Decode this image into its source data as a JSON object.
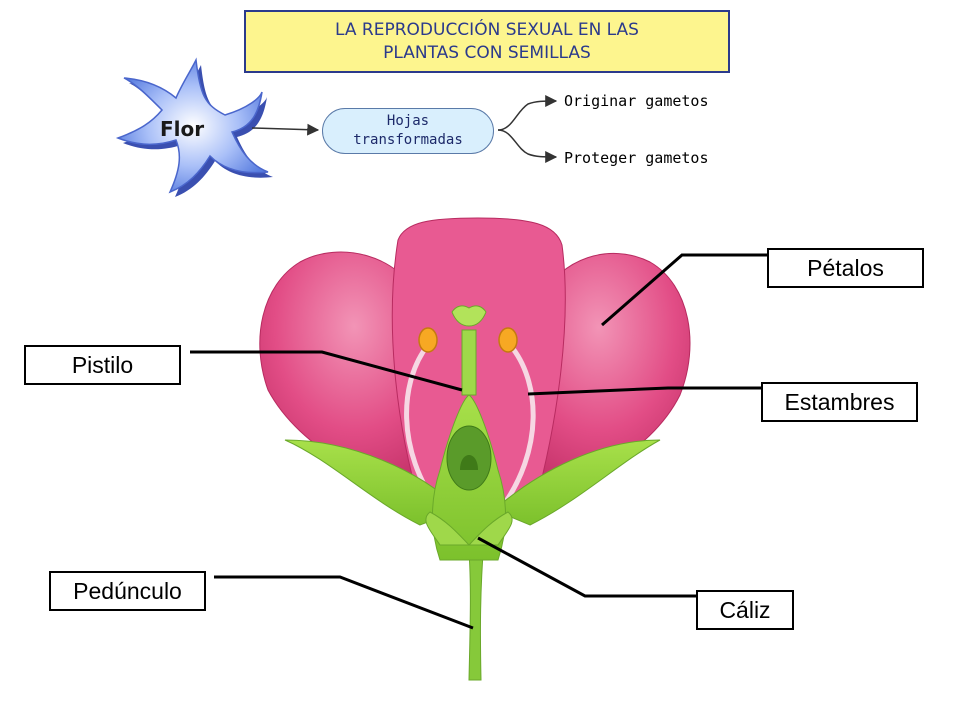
{
  "title": {
    "line1": "LA REPRODUCCIÓN SEXUAL EN LAS",
    "line2": "PLANTAS CON SEMILLAS"
  },
  "concept_map": {
    "flor": "Flor",
    "hojas": {
      "line1": "Hojas",
      "line2": "transformadas"
    },
    "branches": [
      "Originar gametos",
      "Proteger gametos"
    ]
  },
  "labels": {
    "petalos": "Pétalos",
    "pistilo": "Pistilo",
    "estambres": "Estambres",
    "pedunculo": "Pedúnculo",
    "caliz": "Cáliz"
  },
  "colors": {
    "title_bg": "#fdf58e",
    "title_border": "#2b3a8c",
    "flor_star": "#7a9cf0",
    "hojas_bg": "#d9effd",
    "petal": "#e0407a",
    "sepal": "#8fd63a",
    "anther": "#f7a823"
  }
}
